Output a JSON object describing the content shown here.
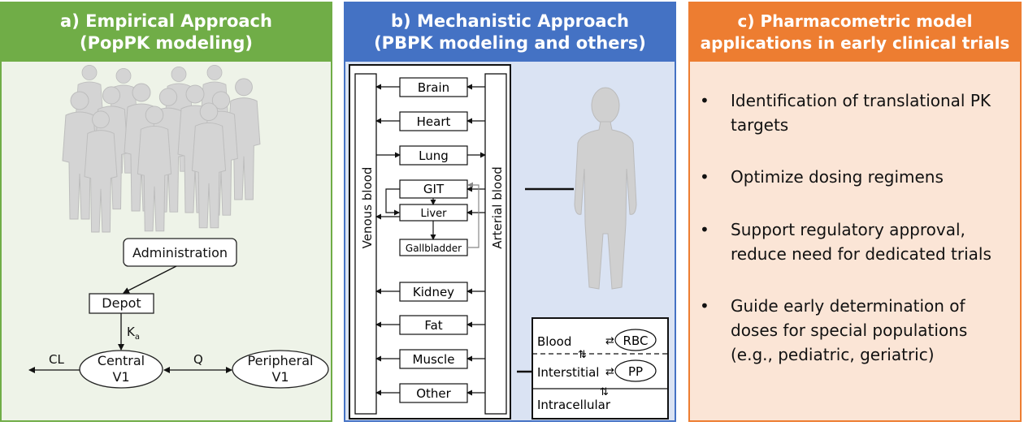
{
  "panel_a": {
    "title_line1": "a) Empirical Approach",
    "title_line2": "(PopPK modeling)",
    "nodes": {
      "administration": "Administration",
      "depot": "Depot",
      "central_line1": "Central",
      "central_line2": "V1",
      "peripheral_line1": "Peripheral",
      "peripheral_line2": "V1"
    },
    "edges": {
      "ka": "K",
      "ka_sub": "a",
      "q": "Q",
      "cl": "CL"
    },
    "colors": {
      "accent": "#70ad47",
      "background": "#eef3e8",
      "silhouette": "#d4d4d4"
    }
  },
  "panel_b": {
    "title_line1": "b) Mechanistic Approach",
    "title_line2": "(PBPK modeling and others)",
    "venous_label": "Venous blood",
    "arterial_label": "Arterial blood",
    "organs": [
      "Brain",
      "Heart",
      "Lung",
      "GIT",
      "Liver",
      "Gallbladder",
      "Kidney",
      "Fat",
      "Muscle",
      "Other"
    ],
    "tissue": {
      "blood": "Blood",
      "rbc": "RBC",
      "interstitial": "Interstitial",
      "pp": "PP",
      "intracellular": "Intracellular"
    },
    "colors": {
      "accent": "#4472c4",
      "background": "#dae3f3",
      "silhouette": "#d0d0d0"
    }
  },
  "panel_c": {
    "title_line1": "c) Pharmacometric model",
    "title_line2": "applications in early clinical trials",
    "bullet_symbol": "•",
    "bullets": [
      [
        "Identification of translational PK",
        "targets"
      ],
      [
        "Optimize dosing regimens"
      ],
      [
        "Support regulatory approval,",
        "reduce need for dedicated trials"
      ],
      [
        "Guide early determination of",
        "doses for special populations",
        "(e.g., pediatric, geriatric)"
      ]
    ],
    "colors": {
      "accent": "#ed7d31",
      "background": "#fbe5d6"
    }
  }
}
